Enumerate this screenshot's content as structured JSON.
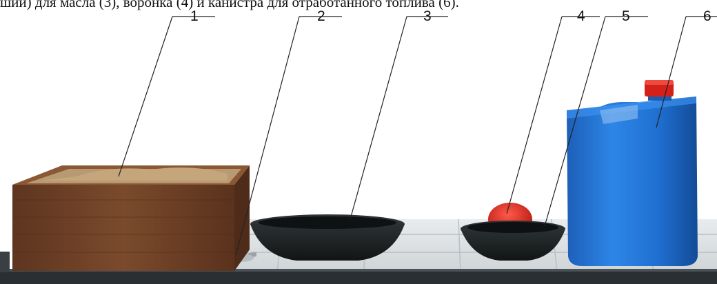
{
  "caption": "ший) для масла (3), воронка (4) и канистра для отработанного топлива (6).",
  "labels": [
    {
      "number": "1",
      "item": "box-with-sand"
    },
    {
      "number": "2",
      "item": "scoop"
    },
    {
      "number": "3",
      "item": "oil-pan"
    },
    {
      "number": "4",
      "item": "funnel"
    },
    {
      "number": "5",
      "item": "small-pan"
    },
    {
      "number": "6",
      "item": "canister"
    }
  ],
  "colors": {
    "box_wood": "#6e4127",
    "sand": "#b89a72",
    "pan": "#1e2324",
    "funnel": "#d8261c",
    "canister": "#1e6fcf",
    "cap": "#d4201a",
    "table": "#dfe3e6"
  }
}
